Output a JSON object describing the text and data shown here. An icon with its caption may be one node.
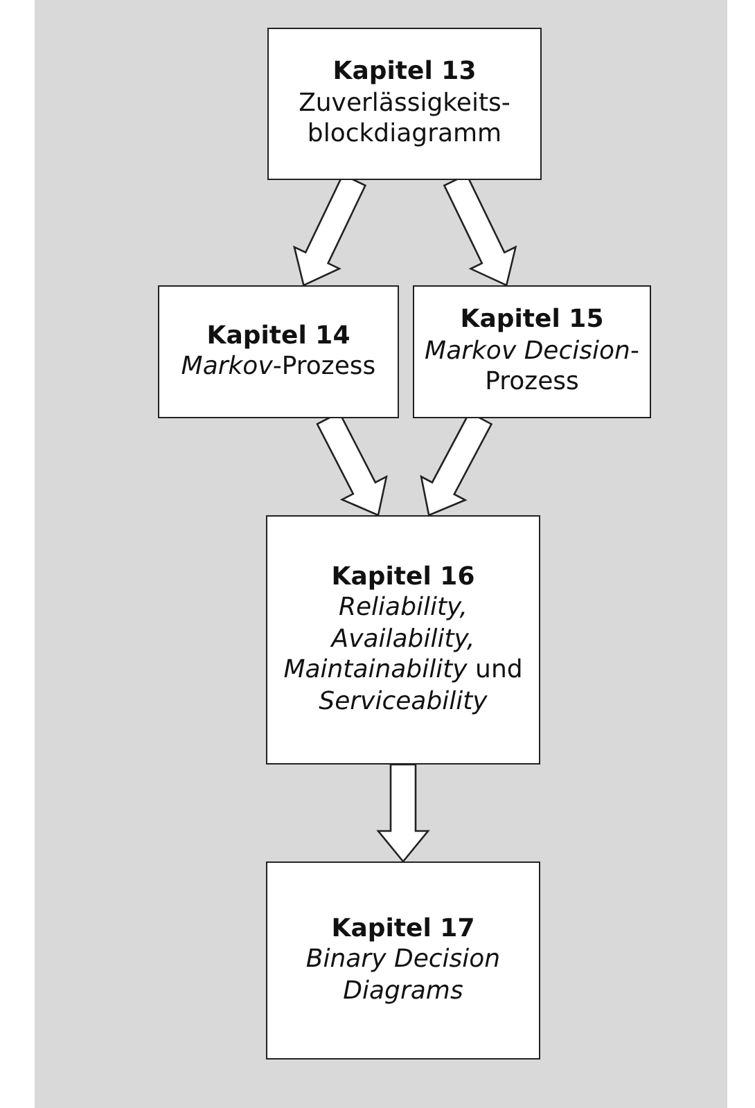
{
  "diagram": {
    "nodes": [
      {
        "text": [
          "Kapitel 13",
          "Zuverlässigkeits-blockdiagramm"
        ]
      },
      {
        "text": [
          "Kapitel 14",
          "*Markov*-Prozess"
        ]
      },
      {
        "text": [
          "Kapitel 15",
          "*Markov Decision*-Prozess"
        ]
      },
      {
        "text": [
          "Kapitel 16",
          "*Reliability, Availability, Maintainability* und *Serviceability*"
        ]
      },
      {
        "text": [
          "Kapitel 17",
          "Binary Decision Diagrams"
        ]
      }
    ],
    "edges": [
      {
        "from": 0,
        "to": 1,
        "arrow": "to"
      },
      {
        "from": 0,
        "to": 2,
        "arrow": "to"
      },
      {
        "from": 1,
        "to": 3,
        "arrow": "to"
      },
      {
        "from": 2,
        "to": 3,
        "arrow": "to"
      },
      {
        "from": 3,
        "to": 4,
        "arrow": "to"
      }
    ]
  }
}
